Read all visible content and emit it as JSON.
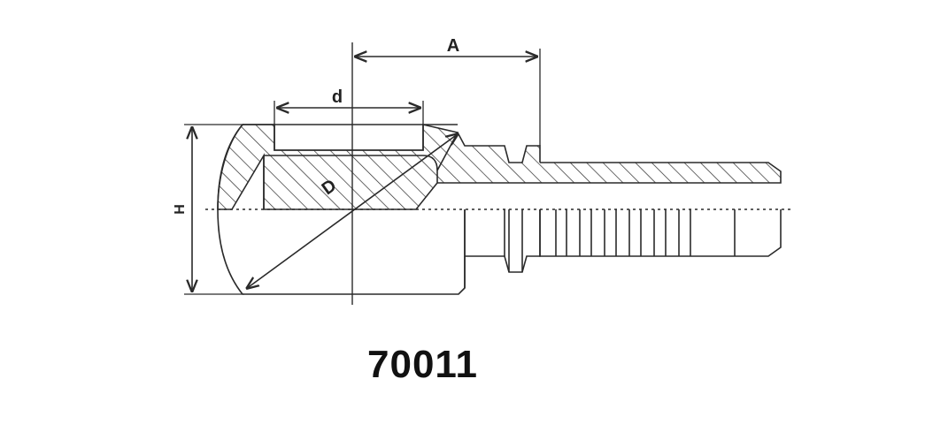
{
  "diagram": {
    "labels": {
      "A": "A",
      "d": "d",
      "D": "D",
      "H": "H"
    },
    "part_number": "70011",
    "colors": {
      "line": "#2a2a2a",
      "background": "#ffffff"
    }
  }
}
